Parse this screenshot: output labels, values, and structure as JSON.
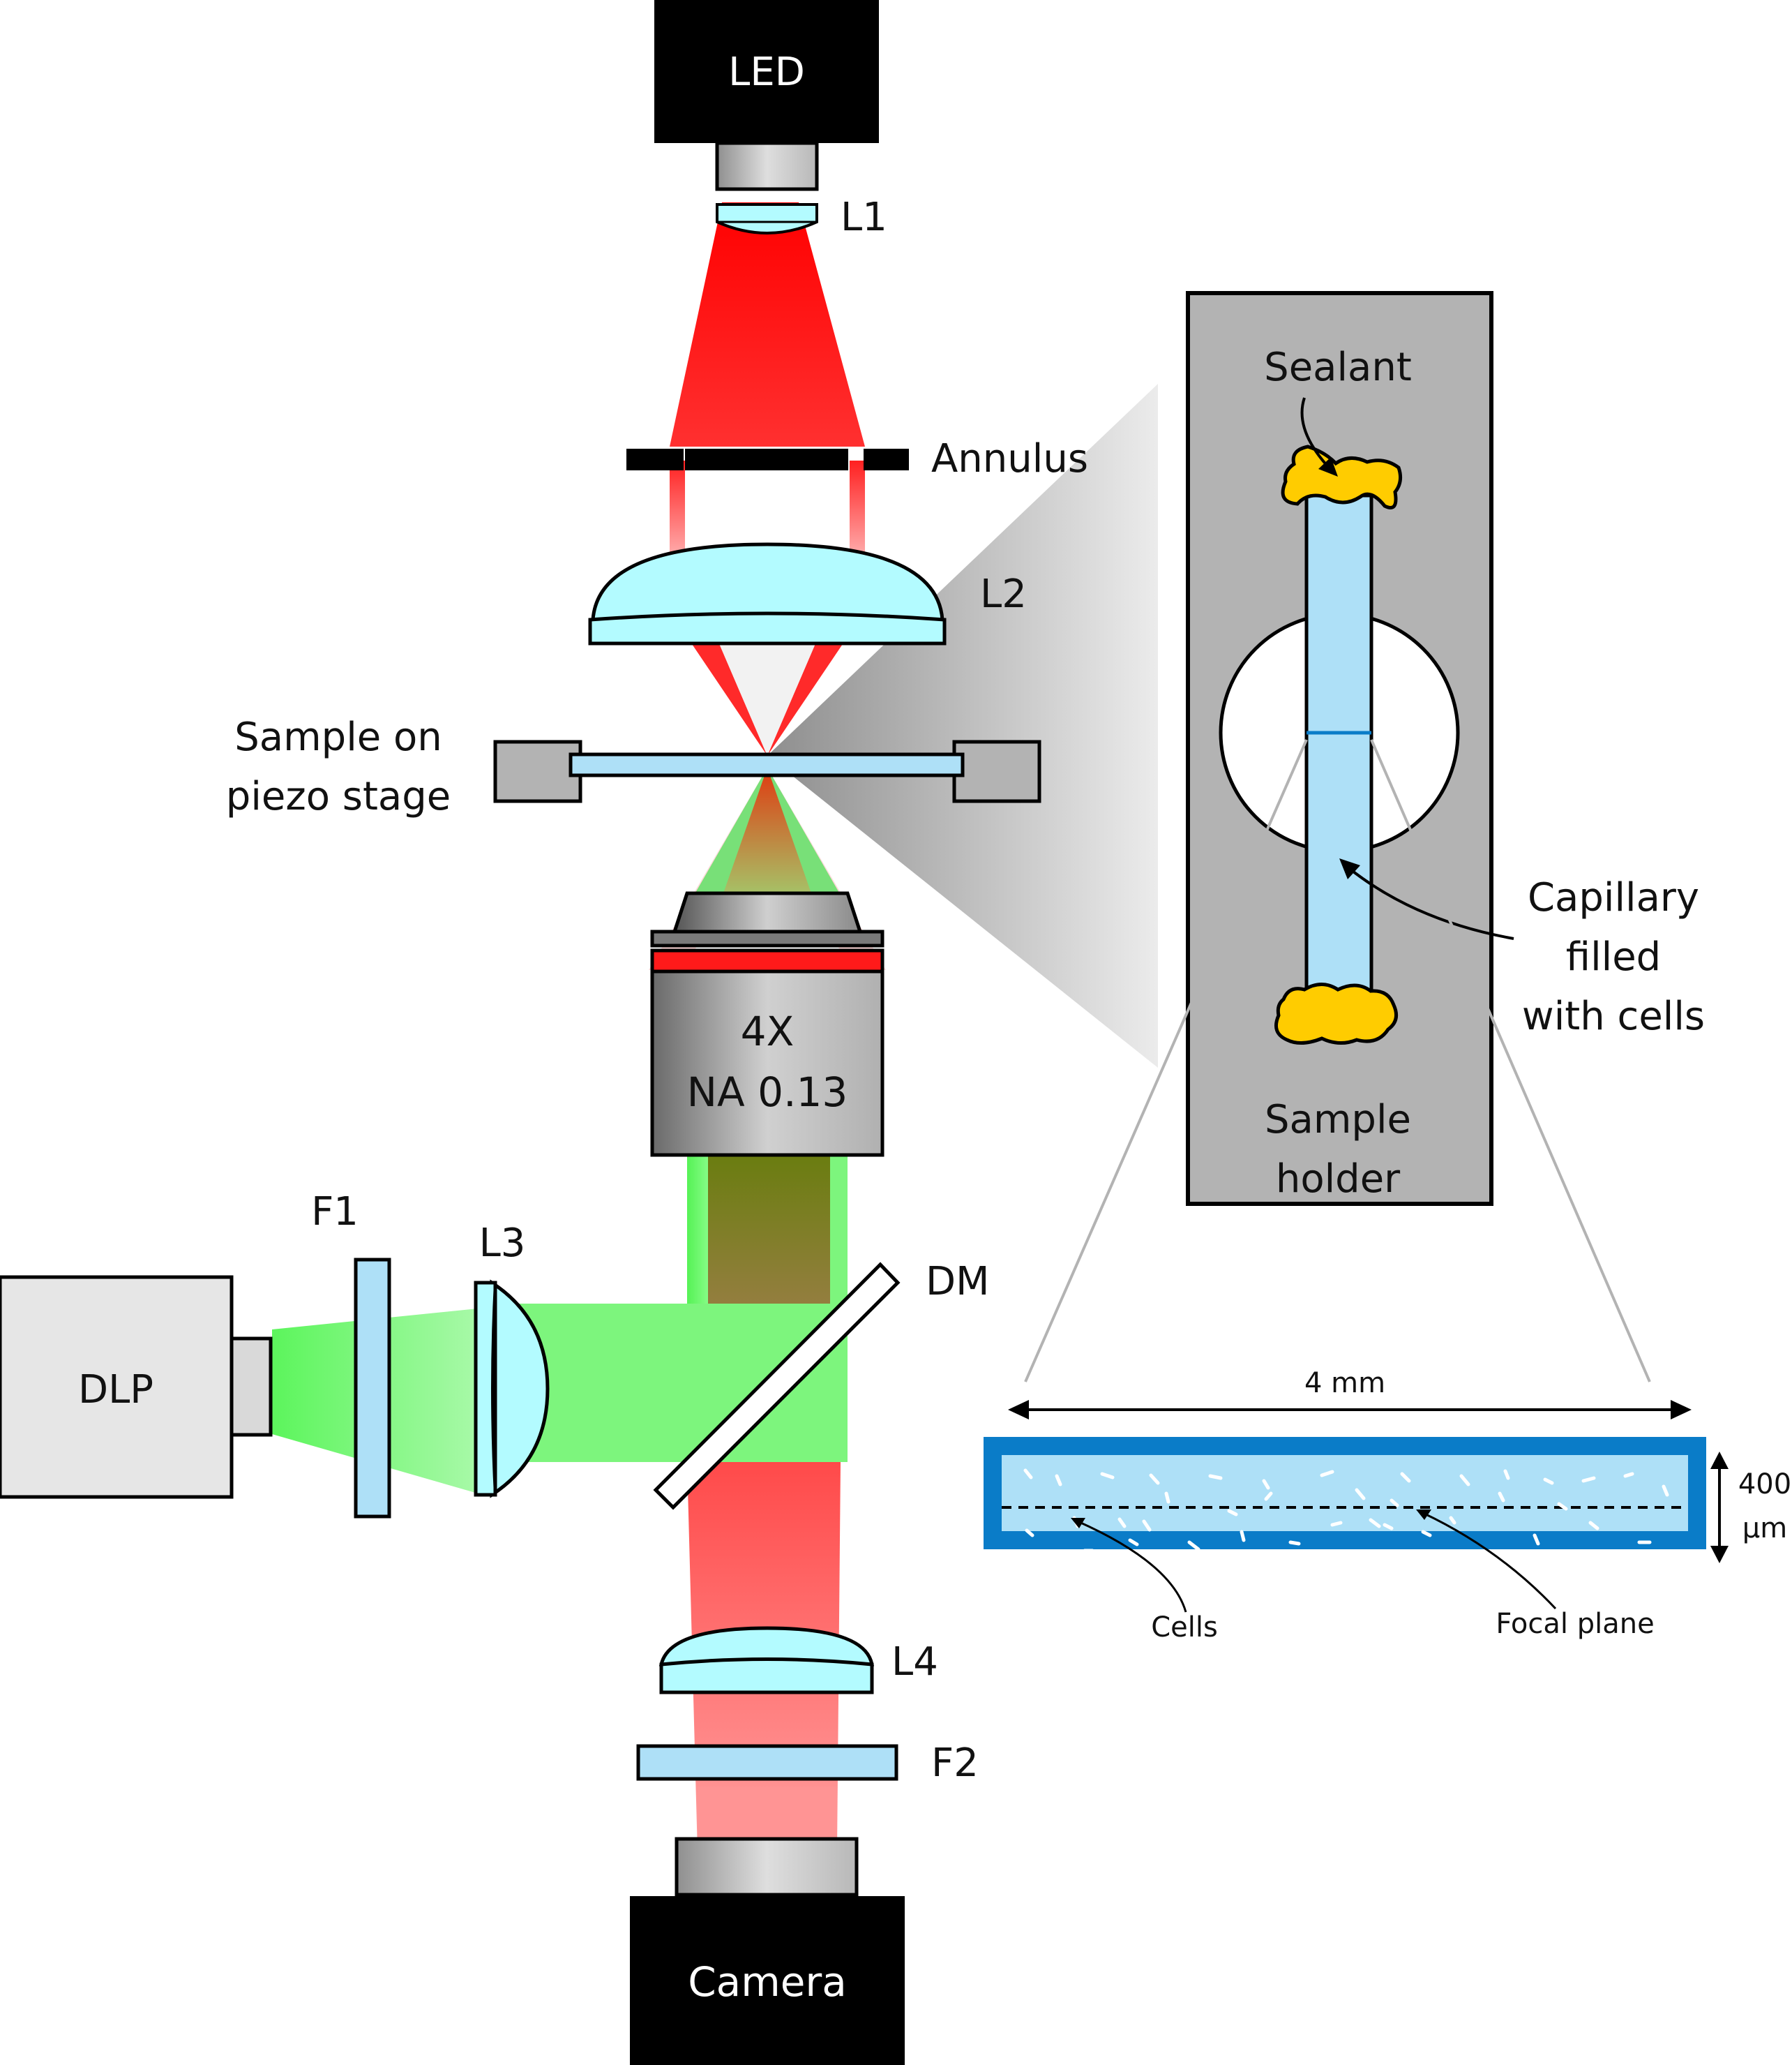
{
  "diagram": {
    "components": {
      "led": "LED",
      "l1": "L1",
      "annulus": "Annulus",
      "l2": "L2",
      "sample_line1": "Sample on",
      "sample_line2": "piezo stage",
      "objective_mag": "4X",
      "objective_na": "NA 0.13",
      "dlp": "DLP",
      "f1": "F1",
      "l3": "L3",
      "dm": "DM",
      "l4": "L4",
      "f2": "F2",
      "camera": "Camera"
    },
    "sample_holder": {
      "sealant": "Sealant",
      "capillary_line1": "Capillary",
      "capillary_line2": "filled",
      "capillary_line3": "with cells",
      "holder_line1": "Sample",
      "holder_line2": "holder"
    },
    "cross_section": {
      "width_label": "4 mm",
      "height_line1": "400",
      "height_line2": "µm",
      "cells_label": "Cells",
      "focal_plane_label": "Focal plane"
    },
    "colors": {
      "red_beam": "#ff1a1a",
      "green_beam": "#5cf55c",
      "lens_fill": "#b3fbff",
      "filter_fill": "#aee0f7",
      "capillary_fill": "#aee0f7",
      "capillary_border": "#0a7cc8",
      "sealant": "#ffcc00",
      "holder_gray": "#b3b3b3",
      "device_black": "#000000"
    }
  }
}
